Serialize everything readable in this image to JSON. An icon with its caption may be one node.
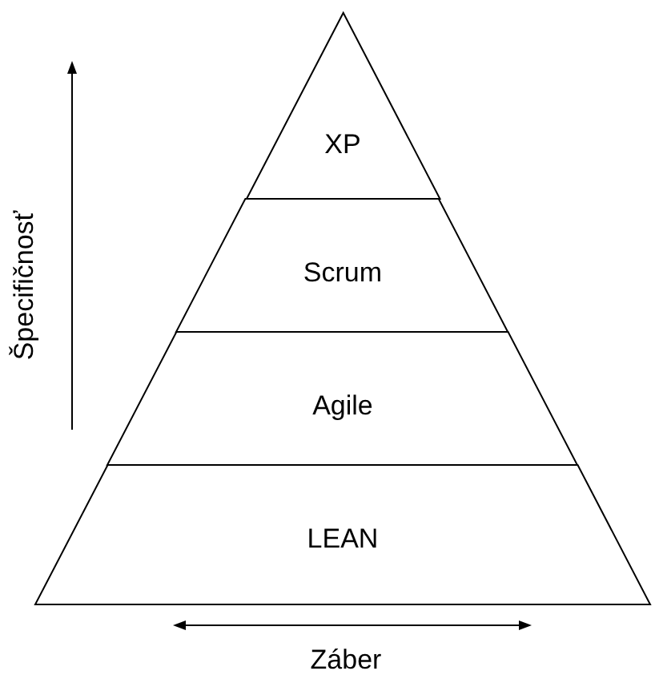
{
  "diagram": {
    "nodes": [
      {
        "text": [
          "XP"
        ]
      },
      {
        "text": [
          "Scrum"
        ]
      },
      {
        "text": [
          "Agile"
        ]
      },
      {
        "text": [
          "LEAN"
        ]
      }
    ],
    "labels": [
      "Špecifičnosť",
      "Záber"
    ]
  }
}
